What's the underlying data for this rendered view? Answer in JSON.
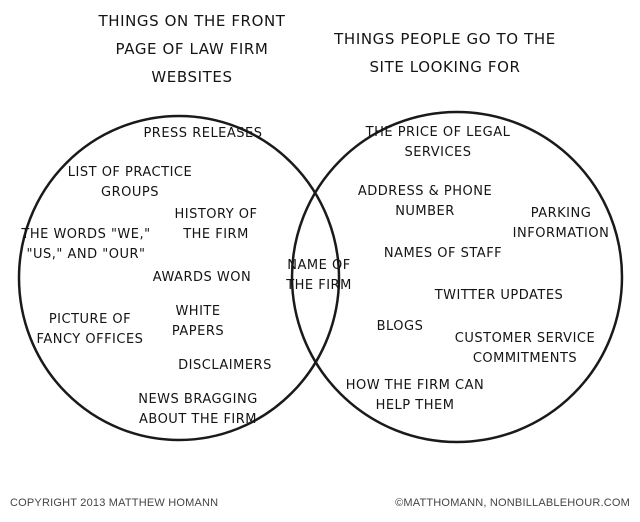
{
  "titles": {
    "left": "THINGS ON THE FRONT\nPAGE OF LAW FIRM\nWEBSITES",
    "right": "THINGS PEOPLE GO TO THE\nSITE LOOKING FOR"
  },
  "left_items": {
    "press_releases": "PRESS RELEASES",
    "practice_groups": "LIST OF PRACTICE\nGROUPS",
    "we_us_our": "THE WORDS \"WE,\"\n\"US,\" AND \"OUR\"",
    "history": "HISTORY OF\nTHE FIRM",
    "awards": "AWARDS WON",
    "fancy_offices": "PICTURE OF\nFANCY OFFICES",
    "white_papers": "WHITE\nPAPERS",
    "disclaimers": "DISCLAIMERS",
    "news_bragging": "NEWS BRAGGING\nABOUT THE FIRM"
  },
  "overlap_items": {
    "name_of_firm": "NAME OF\nTHE FIRM"
  },
  "right_items": {
    "price": "THE PRICE OF LEGAL\nSERVICES",
    "address_phone": "ADDRESS & PHONE\nNUMBER",
    "parking": "PARKING\nINFORMATION",
    "names_staff": "NAMES OF STAFF",
    "twitter": "TWITTER UPDATES",
    "blogs": "BLOGS",
    "customer_service": "CUSTOMER SERVICE\nCOMMITMENTS",
    "help": "HOW THE FIRM CAN\nHELP THEM"
  },
  "footer": {
    "left": "COPYRIGHT 2013 MATTHEW HOMANN",
    "right": "©MATTHOMANN, NONBILLABLEHOUR.COM"
  }
}
